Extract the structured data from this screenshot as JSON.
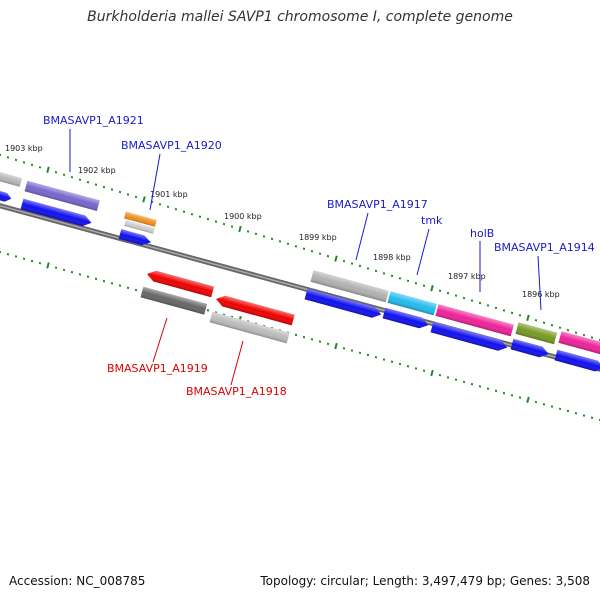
{
  "title": "Burkholderia mallei SAVP1 chromosome I, complete genome",
  "footer": {
    "accession": "Accession: NC_008785",
    "summary": "Topology: circular; Length: 3,497,479 bp; Genes: 3,508"
  },
  "ticks": [
    {
      "label": "1903 kbp",
      "pos": 1903
    },
    {
      "label": "1902 kbp",
      "pos": 1902
    },
    {
      "label": "1901 kbp",
      "pos": 1901
    },
    {
      "label": "1900 kbp",
      "pos": 1900
    },
    {
      "label": "1899 kbp",
      "pos": 1899
    },
    {
      "label": "1898 kbp",
      "pos": 1898
    },
    {
      "label": "1897 kbp",
      "pos": 1897
    },
    {
      "label": "1896 kbp",
      "pos": 1896
    }
  ],
  "genes": [
    {
      "name": "BMASAVP1_A1921",
      "strand": "+",
      "color": "#7766cc",
      "label_color": "#1a1acc"
    },
    {
      "name": "BMASAVP1_A1920",
      "strand": "+",
      "color": "#f09020",
      "label_color": "#1a1acc"
    },
    {
      "name": "BMASAVP1_A1919",
      "strand": "-",
      "color": "#666666",
      "label_color": "#dd0000"
    },
    {
      "name": "BMASAVP1_A1918",
      "strand": "-",
      "color": "#bbbbbb",
      "label_color": "#dd0000"
    },
    {
      "name": "BMASAVP1_A1917",
      "strand": "+",
      "color": "#b0b0b0",
      "label_color": "#1a1acc"
    },
    {
      "name": "tmk",
      "strand": "+",
      "color": "#22bbee",
      "label_color": "#1a1acc"
    },
    {
      "name": "holB",
      "strand": "+",
      "color": "#ee2299",
      "label_color": "#1a1acc"
    },
    {
      "name": "BMASAVP1_A1914",
      "strand": "+",
      "color": "#779922",
      "label_color": "#1a1acc"
    }
  ],
  "colors": {
    "cds_forward": "#1010ee",
    "cds_reverse": "#ee0000",
    "backbone": "#777777",
    "tick_dots": "#228822"
  }
}
